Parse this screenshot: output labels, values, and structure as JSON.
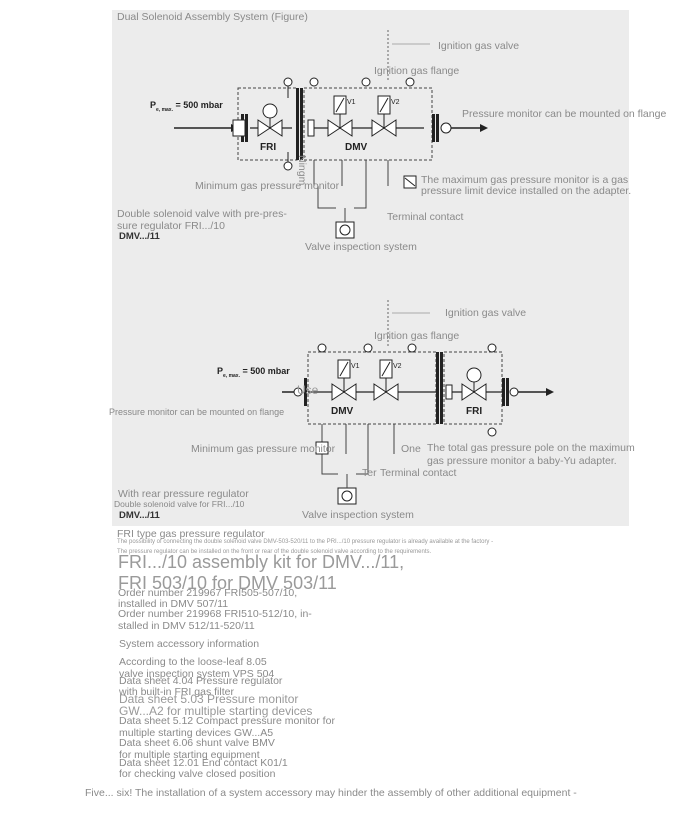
{
  "figure": {
    "title": "Dual Solenoid Assembly System (Figure)",
    "top": {
      "pressure_label": "P",
      "pressure_sub": "e, max.",
      "pressure_value": "= 500 mbar",
      "fri_label": "FRI",
      "dmv_label": "DMV",
      "v1": "V1",
      "v2": "V2",
      "ignition_valve": "Ignition gas valve",
      "ignition_flange": "Ignition gas flange",
      "pm_flange": "Pressure monitor can be mounted on flange",
      "max_monitor_1": "The maximum gas pressure monitor is a gas",
      "max_monitor_2": "pressure limit device installed on the adapter.",
      "min_monitor": "Minimum gas pressure monitor",
      "vertical_label": "Ningm",
      "dsv_1": "Double solenoid valve with pre-pres-",
      "dsv_2": "sure regulator FRI.../10",
      "dmv_model": "DMV.../11",
      "terminal": "Terminal contact",
      "vis": "Valve inspection system"
    },
    "bottom": {
      "ignition_valve": "Ignition gas valve",
      "ignition_flange": "Ignition gas flange",
      "pressure_label": "P",
      "pressure_sub": "e, max.",
      "pressure_value": "= 500 mbar",
      "use": "Use",
      "pm_flange": "Pressure monitor can be mounted on flange",
      "dmv_label": "DMV",
      "fri_label": "FRI",
      "v1": "V1",
      "v2": "V2",
      "min_monitor": "Minimum gas pressure monitor",
      "one": "One",
      "total_1": "The total gas pressure pole on the maximum",
      "total_2": "gas pressure monitor a baby-Yu adapter.",
      "ter": "Ter",
      "terminal": "Terminal contact",
      "rear_reg": "With rear pressure regulator",
      "dsv": "Double solenoid valve for FRI.../10",
      "dmv_model": "DMV.../11",
      "vis": "Valve inspection system"
    }
  },
  "text": {
    "fri_type": "FRI type gas pressure regulator",
    "small_1": "The possibility of connecting the double solenoid valve DMV-503-520/11 to the PRI.../10 pressure regulator is already available at the factory -",
    "small_2": "The pressure regulator can be installed on the front or rear of the double solenoid valve according to the requirements.",
    "kit_1": "FRI.../10 assembly kit for DMV.../11,",
    "kit_2": "FRI 503/10 for DMV 503/11",
    "order1_1": "Order number 219967 FRI505-507/10,",
    "order1_2": "installed in DMV 507/11",
    "order2_1": "Order number 219968 FRI510-512/10, in-",
    "order2_2": "stalled in DMV 512/11-520/11",
    "sys_info": "System accessory information",
    "loose_1": "According to the loose-leaf 8.05",
    "loose_2": "valve inspection system VPS 504",
    "ds404_1": "Data sheet 4.04 Pressure regulator",
    "ds404_2": "with built-in FRI gas filter",
    "ds503_1": "Data sheet 5.03 Pressure monitor",
    "ds503_2": "GW...A2 for multiple starting devices",
    "ds512_1": "Data sheet 5.12 Compact pressure monitor for",
    "ds512_2": "multiple starting devices GW...A5",
    "ds606_1": "Data sheet 6.06 shunt valve BMV",
    "ds606_2": "for multiple starting equipment",
    "ds1201_1": "Data sheet 12.01 End contact K01/1",
    "ds1201_2": "for checking valve closed position",
    "footer": "Five... six! The installation of a system accessory may hinder the assembly of other additional equipment -"
  }
}
